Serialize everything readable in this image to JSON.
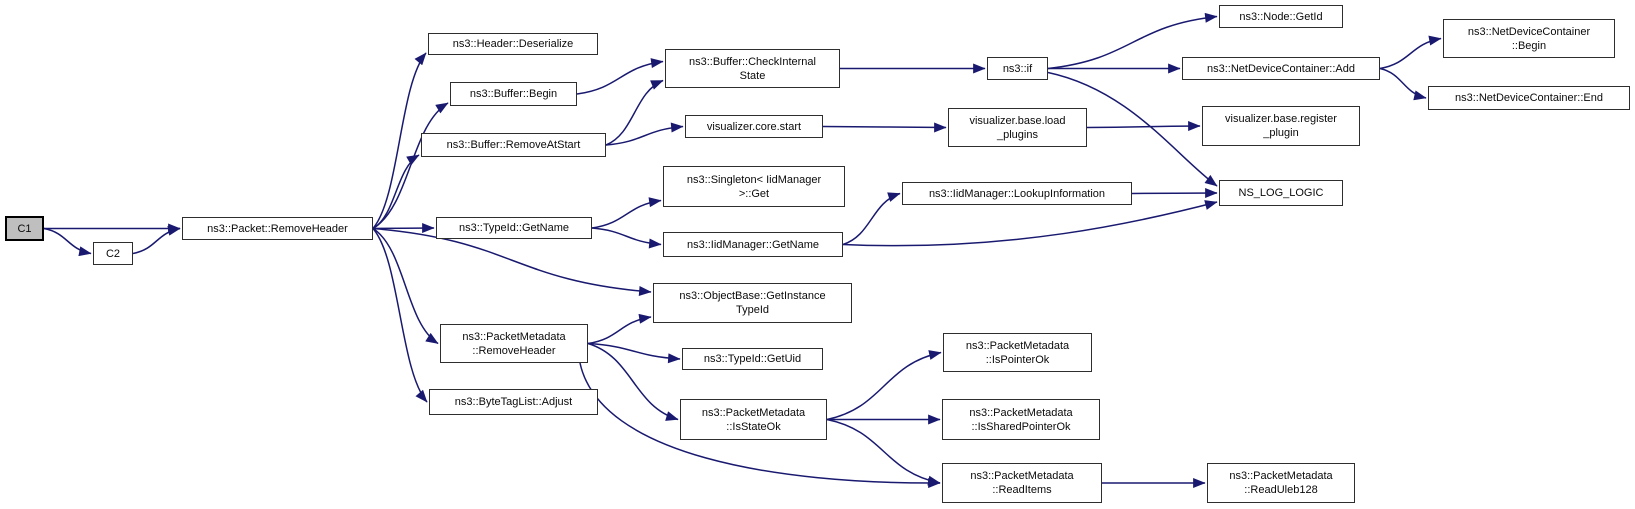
{
  "diagram": {
    "type": "doxygen-call-graph",
    "background_color": "#ffffff",
    "edge_color": "#191970",
    "node_border_color": "#2e2e2e",
    "current_node_fill": "#bfbfbf",
    "nodes": [
      {
        "id": "c1",
        "label": "C1",
        "current": true
      },
      {
        "id": "c2",
        "label": "C2",
        "current": false
      },
      {
        "id": "packet_removeheader",
        "label": "ns3::Packet::RemoveHeader",
        "current": false
      },
      {
        "id": "header_deserialize",
        "label": "ns3::Header::Deserialize",
        "current": false
      },
      {
        "id": "buffer_begin",
        "label": "ns3::Buffer::Begin",
        "current": false
      },
      {
        "id": "buffer_removeatstart",
        "label": "ns3::Buffer::RemoveAtStart",
        "current": false
      },
      {
        "id": "typeid_getname",
        "label": "ns3::TypeId::GetName",
        "current": false
      },
      {
        "id": "pm_removeheader",
        "label": "ns3::PacketMetadata\n::RemoveHeader",
        "current": false
      },
      {
        "id": "bytetaglist_adjust",
        "label": "ns3::ByteTagList::Adjust",
        "current": false
      },
      {
        "id": "buffer_checkinternalstate",
        "label": "ns3::Buffer::CheckInternal\nState",
        "current": false
      },
      {
        "id": "visualizer_core_start",
        "label": "visualizer.core.start",
        "current": false
      },
      {
        "id": "singleton_get",
        "label": "ns3::Singleton< IidManager\n>::Get",
        "current": false
      },
      {
        "id": "iidmanager_getname",
        "label": "ns3::IidManager::GetName",
        "current": false
      },
      {
        "id": "objectbase_getinstancetypeid",
        "label": "ns3::ObjectBase::GetInstance\nTypeId",
        "current": false
      },
      {
        "id": "typeid_getuid",
        "label": "ns3::TypeId::GetUid",
        "current": false
      },
      {
        "id": "pm_isstateok",
        "label": "ns3::PacketMetadata\n::IsStateOk",
        "current": false
      },
      {
        "id": "ns3_if",
        "label": "ns3::if",
        "current": false
      },
      {
        "id": "vb_load_plugins",
        "label": "visualizer.base.load\n_plugins",
        "current": false
      },
      {
        "id": "iid_lookupinformation",
        "label": "ns3::IidManager::LookupInformation",
        "current": false
      },
      {
        "id": "pm_ispointerok",
        "label": "ns3::PacketMetadata\n::IsPointerOk",
        "current": false
      },
      {
        "id": "pm_issharedpointerok",
        "label": "ns3::PacketMetadata\n::IsSharedPointerOk",
        "current": false
      },
      {
        "id": "pm_readitems",
        "label": "ns3::PacketMetadata\n::ReadItems",
        "current": false
      },
      {
        "id": "node_getid",
        "label": "ns3::Node::GetId",
        "current": false
      },
      {
        "id": "ndc_add",
        "label": "ns3::NetDeviceContainer::Add",
        "current": false
      },
      {
        "id": "vb_register_plugin",
        "label": "visualizer.base.register\n_plugin",
        "current": false
      },
      {
        "id": "ns_log_logic",
        "label": "NS_LOG_LOGIC",
        "current": false
      },
      {
        "id": "pm_readuleb128",
        "label": "ns3::PacketMetadata\n::ReadUleb128",
        "current": false
      },
      {
        "id": "ndc_begin",
        "label": "ns3::NetDeviceContainer\n::Begin",
        "current": false
      },
      {
        "id": "ndc_end",
        "label": "ns3::NetDeviceContainer::End",
        "current": false
      }
    ],
    "edges": [
      {
        "from": "c1",
        "to": "packet_removeheader"
      },
      {
        "from": "c1",
        "to": "c2"
      },
      {
        "from": "c2",
        "to": "packet_removeheader"
      },
      {
        "from": "packet_removeheader",
        "to": "header_deserialize"
      },
      {
        "from": "packet_removeheader",
        "to": "buffer_begin"
      },
      {
        "from": "packet_removeheader",
        "to": "buffer_removeatstart"
      },
      {
        "from": "packet_removeheader",
        "to": "typeid_getname"
      },
      {
        "from": "packet_removeheader",
        "to": "objectbase_getinstancetypeid"
      },
      {
        "from": "packet_removeheader",
        "to": "pm_removeheader"
      },
      {
        "from": "packet_removeheader",
        "to": "bytetaglist_adjust"
      },
      {
        "from": "buffer_begin",
        "to": "buffer_checkinternalstate"
      },
      {
        "from": "buffer_removeatstart",
        "to": "buffer_checkinternalstate"
      },
      {
        "from": "buffer_removeatstart",
        "to": "visualizer_core_start"
      },
      {
        "from": "buffer_checkinternalstate",
        "to": "ns3_if"
      },
      {
        "from": "visualizer_core_start",
        "to": "vb_load_plugins"
      },
      {
        "from": "vb_load_plugins",
        "to": "vb_register_plugin"
      },
      {
        "from": "ns3_if",
        "to": "node_getid"
      },
      {
        "from": "ns3_if",
        "to": "ndc_add"
      },
      {
        "from": "ns3_if",
        "to": "ns_log_logic"
      },
      {
        "from": "ndc_add",
        "to": "ndc_begin"
      },
      {
        "from": "ndc_add",
        "to": "ndc_end"
      },
      {
        "from": "typeid_getname",
        "to": "singleton_get"
      },
      {
        "from": "typeid_getname",
        "to": "iidmanager_getname"
      },
      {
        "from": "iidmanager_getname",
        "to": "iid_lookupinformation"
      },
      {
        "from": "iidmanager_getname",
        "to": "ns_log_logic"
      },
      {
        "from": "iid_lookupinformation",
        "to": "ns_log_logic"
      },
      {
        "from": "pm_removeheader",
        "to": "objectbase_getinstancetypeid"
      },
      {
        "from": "pm_removeheader",
        "to": "typeid_getuid"
      },
      {
        "from": "pm_removeheader",
        "to": "pm_isstateok"
      },
      {
        "from": "pm_removeheader",
        "to": "pm_readitems"
      },
      {
        "from": "pm_isstateok",
        "to": "pm_ispointerok"
      },
      {
        "from": "pm_isstateok",
        "to": "pm_issharedpointerok"
      },
      {
        "from": "pm_isstateok",
        "to": "pm_readitems"
      },
      {
        "from": "pm_readitems",
        "to": "pm_readuleb128"
      }
    ]
  }
}
